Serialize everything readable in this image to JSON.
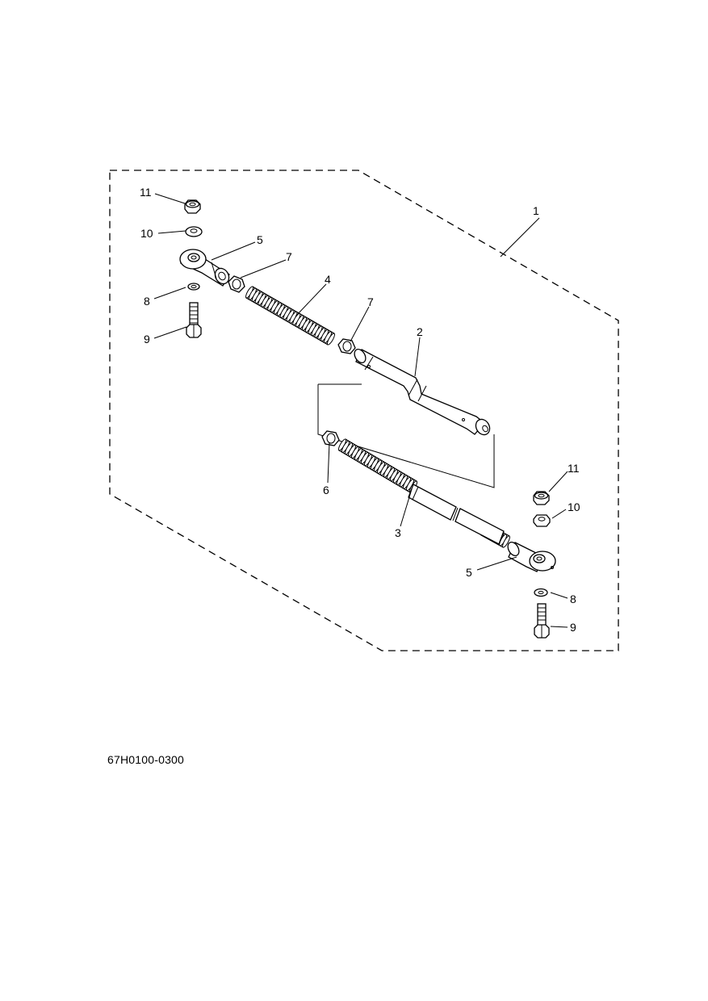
{
  "diagram": {
    "callouts": [
      {
        "id": "c1",
        "text": "1"
      },
      {
        "id": "c2",
        "text": "2"
      },
      {
        "id": "c3",
        "text": "3"
      },
      {
        "id": "c4",
        "text": "4"
      },
      {
        "id": "c5a",
        "text": "5"
      },
      {
        "id": "c5b",
        "text": "5"
      },
      {
        "id": "c6",
        "text": "6"
      },
      {
        "id": "c7a",
        "text": "7"
      },
      {
        "id": "c7b",
        "text": "7"
      },
      {
        "id": "c8a",
        "text": "8"
      },
      {
        "id": "c8b",
        "text": "8"
      },
      {
        "id": "c9a",
        "text": "9"
      },
      {
        "id": "c9b",
        "text": "9"
      },
      {
        "id": "c10a",
        "text": "10"
      },
      {
        "id": "c10b",
        "text": "10"
      },
      {
        "id": "c11a",
        "text": "11"
      },
      {
        "id": "c11b",
        "text": "11"
      }
    ]
  },
  "footer": {
    "doc_code": "67H0100-0300"
  }
}
